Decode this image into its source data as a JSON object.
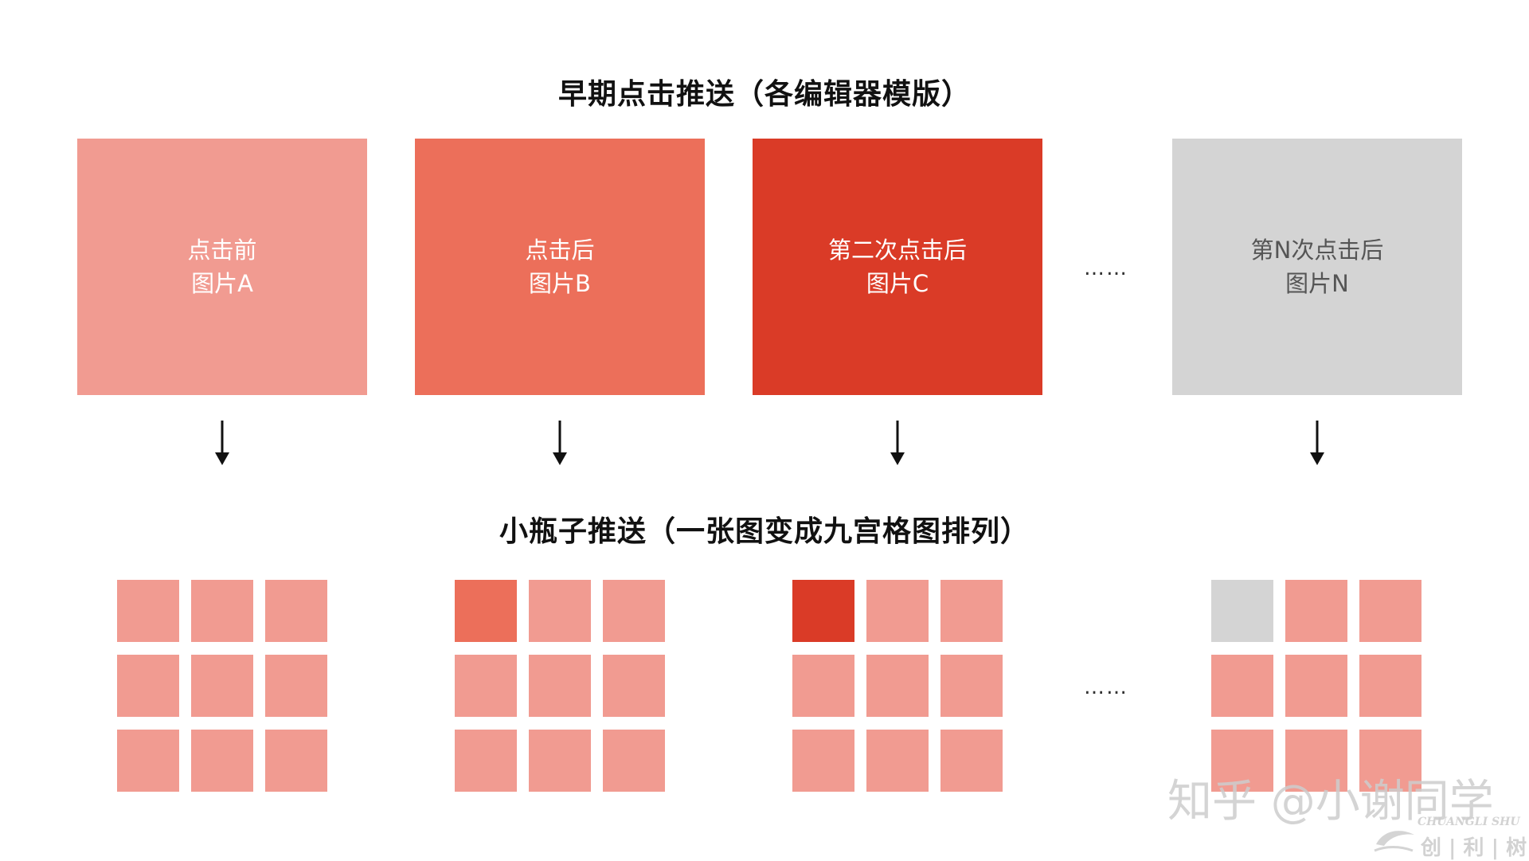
{
  "titles": {
    "top": "早期点击推送（各编辑器模版）",
    "bottom": "小瓶子推送（一张图变成九宫格图排列）"
  },
  "colors": {
    "light_red": "#F19B91",
    "medium_red": "#EC6F5A",
    "dark_red": "#DA3B27",
    "gray": "#D4D4D4",
    "arrow": "#111111",
    "title": "#111111"
  },
  "boxes": [
    {
      "line1": "点击前",
      "line2": "图片A",
      "color": "#F19B91"
    },
    {
      "line1": "点击后",
      "line2": "图片B",
      "color": "#EC6F5A"
    },
    {
      "line1": "第二次点击后",
      "line2": "图片C",
      "color": "#DA3B27"
    },
    {
      "line1": "第N次点击后",
      "line2": "图片N",
      "color": "#D4D4D4"
    }
  ],
  "ellipsis": {
    "top": "……",
    "bottom": "……"
  },
  "grids": [
    {
      "first_cell_color": "#F19B91",
      "cell_color": "#F19B91"
    },
    {
      "first_cell_color": "#EC6F5A",
      "cell_color": "#F19B91"
    },
    {
      "first_cell_color": "#DA3B27",
      "cell_color": "#F19B91"
    },
    {
      "first_cell_color": "#D4D4D4",
      "cell_color": "#F19B91"
    }
  ],
  "watermark": {
    "text": "知乎 @小谢同学",
    "stamp_latin": "CHUANGLI SHU",
    "stamp_cn": "创 | 利 | 树"
  }
}
